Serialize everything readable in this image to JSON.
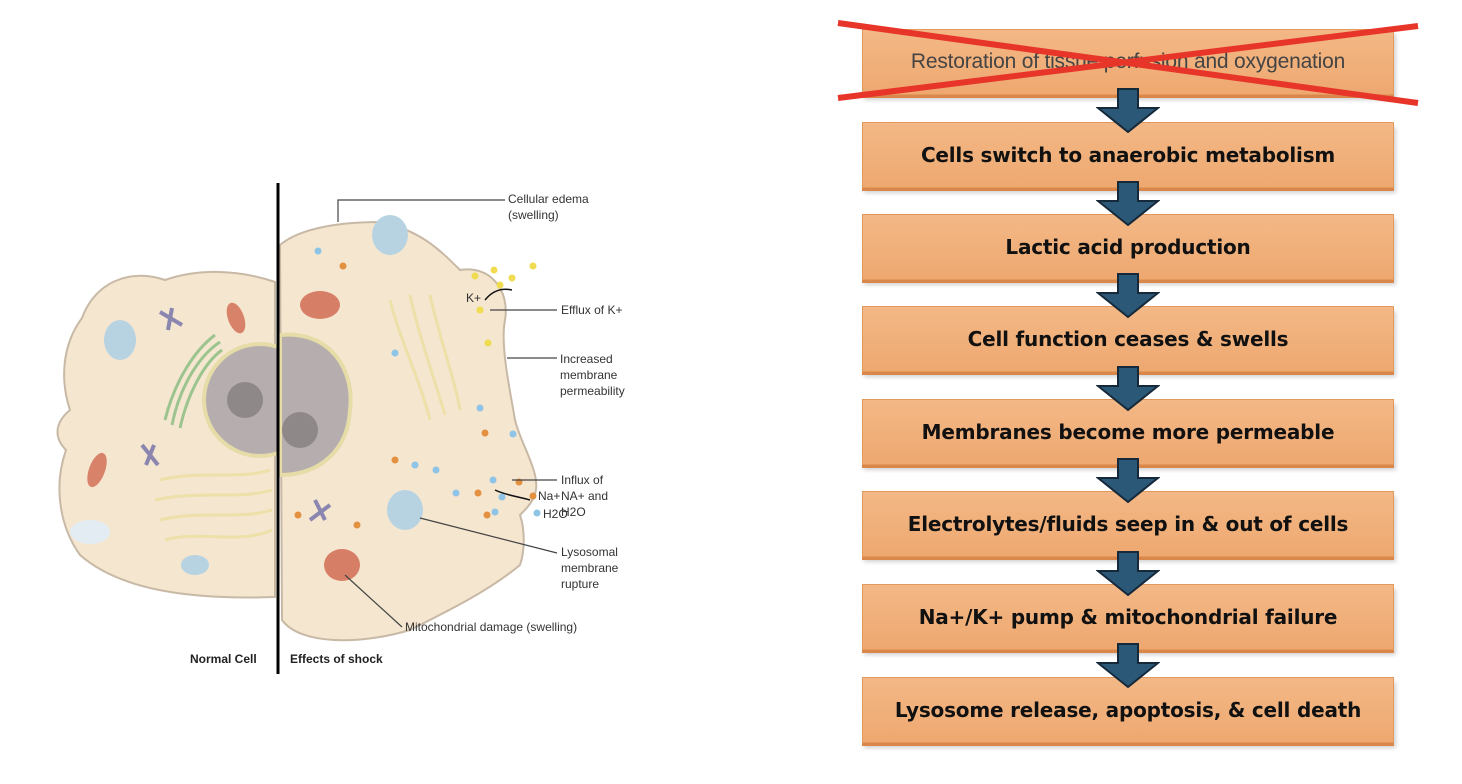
{
  "illustration": {
    "labels": {
      "cellular_edema_1": "Cellular edema",
      "cellular_edema_2": "(swelling)",
      "k_plus": "K+",
      "efflux": "Efflux of K+",
      "permeability_1": "Increased",
      "permeability_2": "membrane",
      "permeability_3": "permeability",
      "influx_1": "Influx of",
      "influx_2": "NA+ and",
      "influx_3": "H2O",
      "na_plus": "Na+",
      "h2o": "H2O",
      "lysosomal_1": "Lysosomal",
      "lysosomal_2": "membrane",
      "lysosomal_3": "rupture",
      "mito_damage": "Mitochondrial damage (swelling)"
    },
    "captions": {
      "normal": "Normal Cell",
      "shock": "Effects of shock"
    }
  },
  "flowchart": {
    "steps": [
      {
        "label": "Restoration of tissue perfusion and oxygenation",
        "crossed_out": true
      },
      {
        "label": "Cells switch to anaerobic metabolism"
      },
      {
        "label": "Lactic acid production"
      },
      {
        "label": "Cell function ceases & swells"
      },
      {
        "label": "Membranes become more permeable"
      },
      {
        "label": "Electrolytes/fluids seep in & out of cells"
      },
      {
        "label": "Na+/K+ pump & mitochondrial failure"
      },
      {
        "label": "Lysosome release, apoptosis, & cell death"
      }
    ],
    "colors": {
      "box": "#F0AE78",
      "arrow": "#2C5878",
      "cross": "#E8352A"
    }
  }
}
